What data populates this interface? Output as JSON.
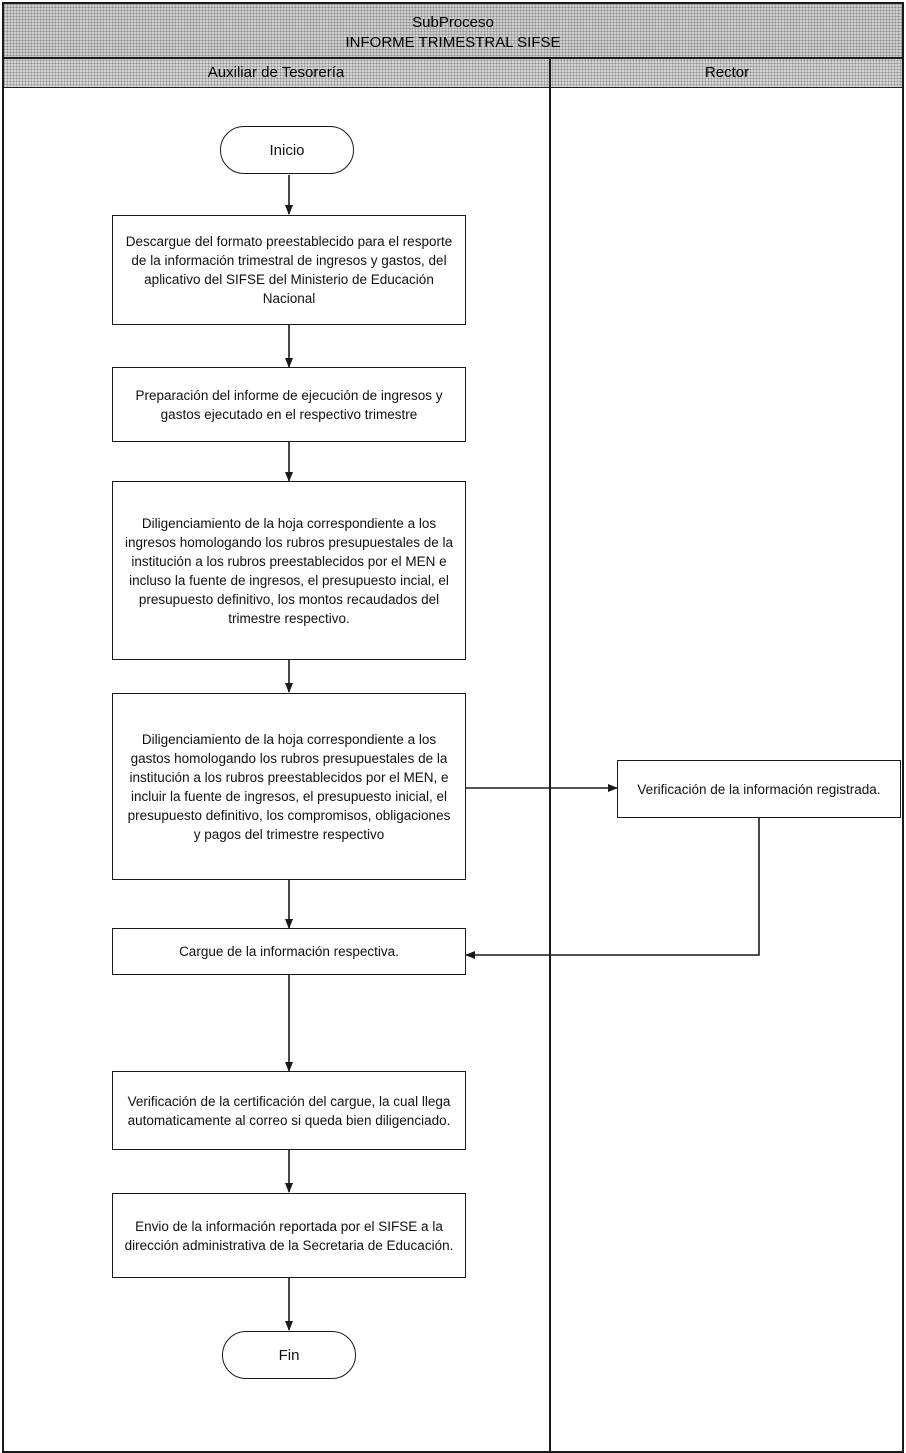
{
  "header": {
    "title_line1": "SubProceso",
    "title_line2": "INFORME TRIMESTRAL SIFSE"
  },
  "lanes": [
    {
      "label": "Auxiliar de Tesorería"
    },
    {
      "label": "Rector"
    }
  ],
  "nodes": {
    "start": "Inicio",
    "step1": "Descargue del formato preestablecido para el resporte de la información trimestral de ingresos y gastos, del aplicativo del SIFSE del Ministerio de Educación Nacional",
    "step2": "Preparación del informe de ejecución de ingresos y gastos ejecutado en el respectivo trimestre",
    "step3": "Diligenciamiento de la hoja correspondiente a los ingresos homologando los rubros presupuestales de la institución a los rubros preestablecidos por el MEN e incluso la fuente de ingresos, el presupuesto incial, el presupuesto definitivo, los montos recaudados del trimestre respectivo.",
    "step4": "Diligenciamiento de la hoja correspondiente a los gastos homologando los rubros presupuestales de la institución a los rubros preestablecidos por el MEN, e incluir la fuente de ingresos, el presupuesto inicial, el presupuesto definitivo, los compromisos, obligaciones y pagos del trimestre respectivo",
    "verify": "Verificación de la información registrada.",
    "step5": "Cargue de la información  respectiva.",
    "step6": "Verificación de la certificación del cargue, la cual llega automaticamente al correo si queda bien diligenciado.",
    "step7": "Envio de la información reportada por el SIFSE a la dirección administrativa de la Secretaria de Educación.",
    "end": "Fin"
  },
  "colors": {
    "stroke": "#1a1a1a",
    "header_fill": "#cfcfcf",
    "node_fill": "#ffffff"
  }
}
